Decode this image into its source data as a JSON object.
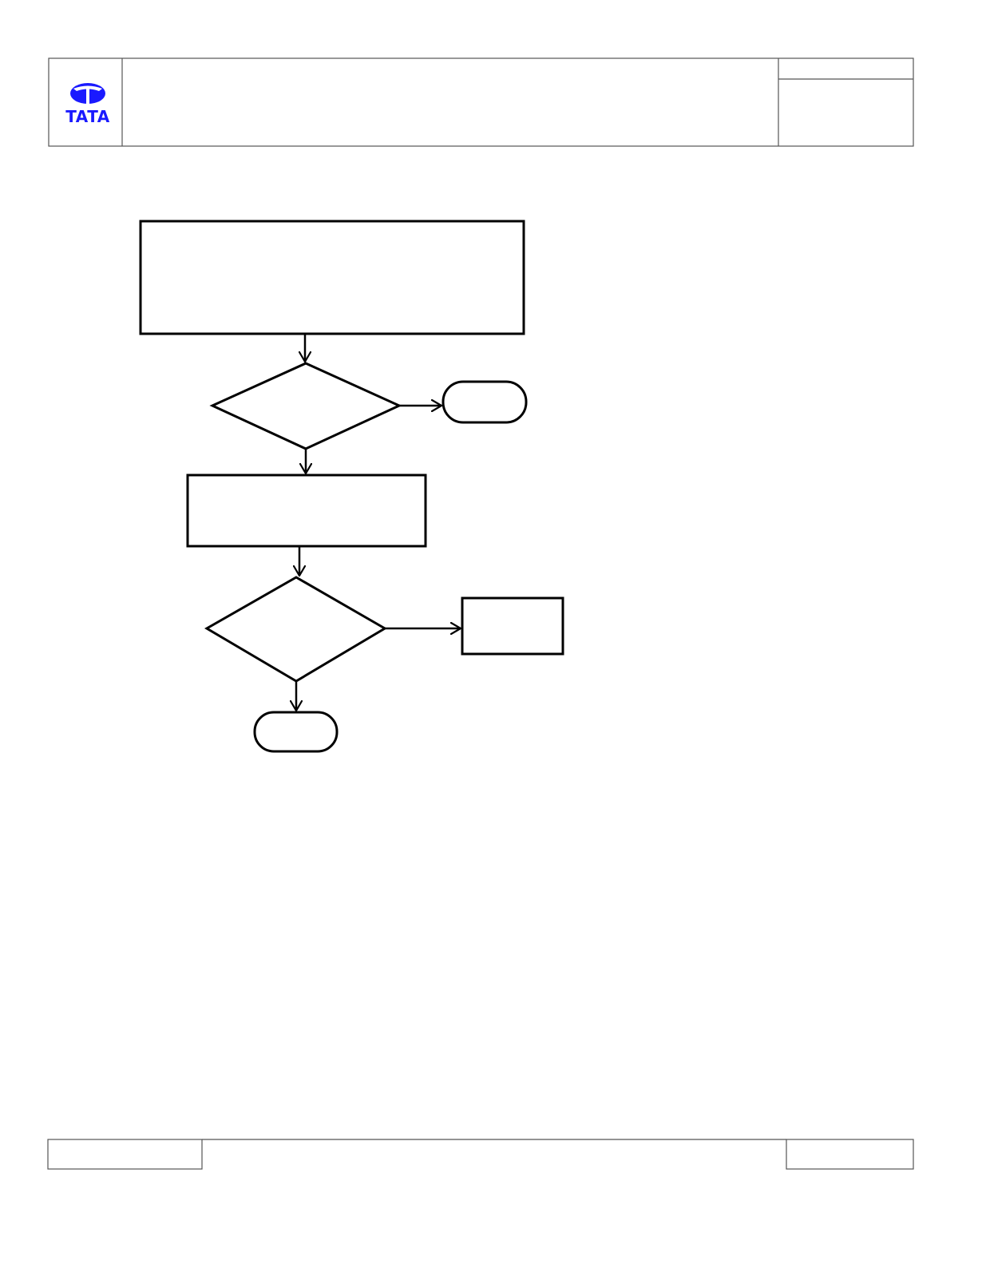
{
  "logo": {
    "text": "TATA",
    "color": "#1a1aff"
  },
  "header": {
    "title": "",
    "doc_no": "",
    "revision": ""
  },
  "footer": {
    "left": "",
    "center": "",
    "right": ""
  },
  "flowchart": {
    "stroke_color": "#000000",
    "nodes": [
      {
        "id": "process-1",
        "shape": "rectangle",
        "label": ""
      },
      {
        "id": "decision-1",
        "shape": "diamond",
        "label": ""
      },
      {
        "id": "terminal-1",
        "shape": "rounded-terminal",
        "label": ""
      },
      {
        "id": "process-2",
        "shape": "rectangle",
        "label": ""
      },
      {
        "id": "decision-2",
        "shape": "diamond",
        "label": ""
      },
      {
        "id": "process-3",
        "shape": "rectangle",
        "label": ""
      },
      {
        "id": "terminal-2",
        "shape": "rounded-terminal",
        "label": ""
      }
    ],
    "edges": [
      {
        "from": "process-1",
        "to": "decision-1"
      },
      {
        "from": "decision-1",
        "to": "terminal-1"
      },
      {
        "from": "decision-1",
        "to": "process-2"
      },
      {
        "from": "process-2",
        "to": "decision-2"
      },
      {
        "from": "decision-2",
        "to": "process-3"
      },
      {
        "from": "decision-2",
        "to": "terminal-2"
      }
    ]
  }
}
